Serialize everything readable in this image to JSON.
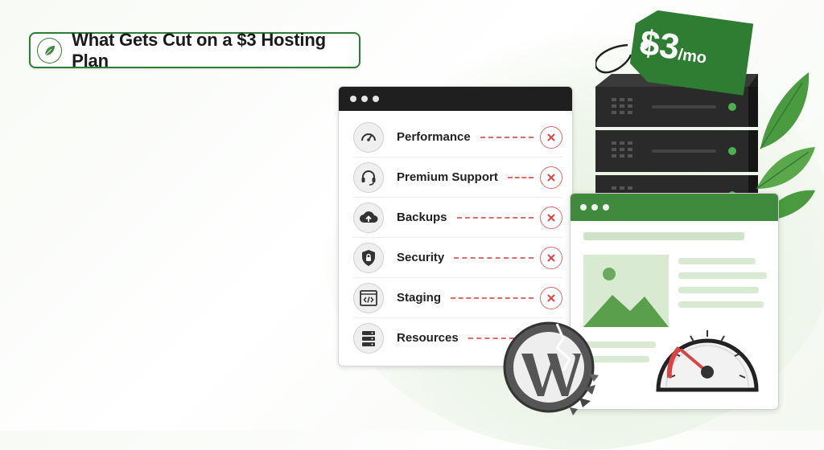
{
  "title": "What Gets Cut on a $3 Hosting Plan",
  "price": {
    "amount": "$3",
    "unit": "/mo"
  },
  "checklist": {
    "items": [
      {
        "label": "Performance",
        "icon": "speedometer-icon",
        "cut": true
      },
      {
        "label": "Premium Support",
        "icon": "headset-icon",
        "cut": true
      },
      {
        "label": "Backups",
        "icon": "cloud-upload-icon",
        "cut": true
      },
      {
        "label": "Security",
        "icon": "shield-lock-icon",
        "cut": true
      },
      {
        "label": "Staging",
        "icon": "code-window-icon",
        "cut": true
      },
      {
        "label": "Resources",
        "icon": "server-stack-icon",
        "cut": false
      }
    ]
  },
  "colors": {
    "accent_green": "#2f7d32",
    "browser_green": "#3f8a3c",
    "cut_red": "#e06a6a",
    "server_dark": "#2a2a2a"
  }
}
